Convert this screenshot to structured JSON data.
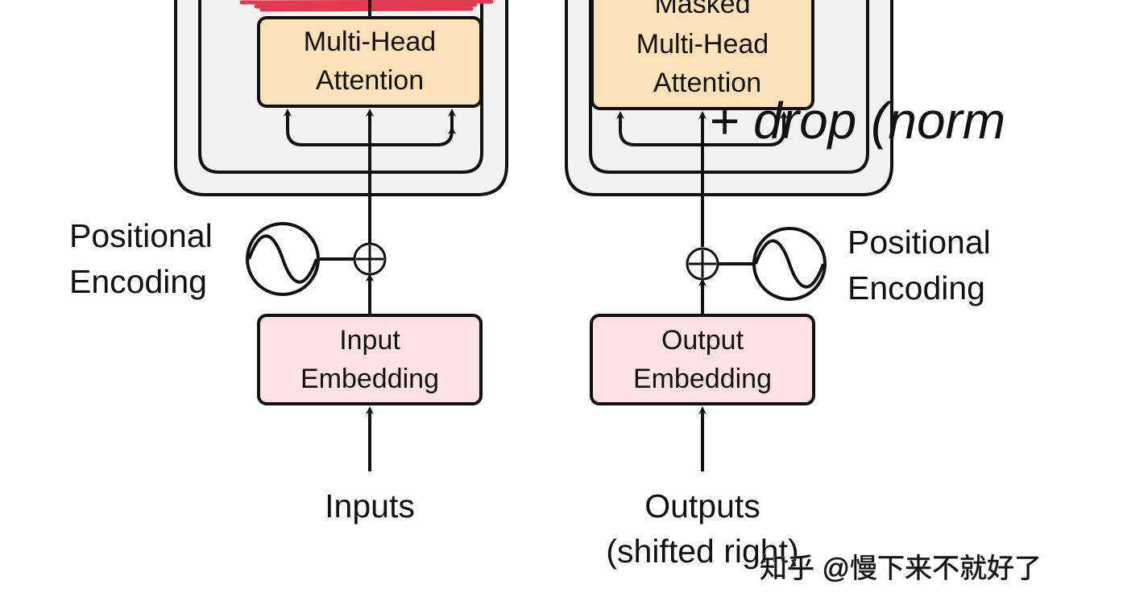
{
  "colors": {
    "attention_fill": "#fbe0b8",
    "embedding_fill": "#fde1e5",
    "block_fill": "#f2f2f2",
    "stroke": "#111111",
    "annotation_red": "#e23a4e"
  },
  "encoder": {
    "attention_label_line1": "Multi-Head",
    "attention_label_line2": "Attention",
    "embedding_label_line1": "Input",
    "embedding_label_line2": "Embedding",
    "positional_label_line1": "Positional",
    "positional_label_line2": "Encoding",
    "input_label": "Inputs"
  },
  "decoder": {
    "attention_label_line1": "Masked",
    "attention_label_line2": "Multi-Head",
    "attention_label_line3": "Attention",
    "embedding_label_line1": "Output",
    "embedding_label_line2": "Embedding",
    "positional_label_line1": "Positional",
    "positional_label_line2": "Encoding",
    "output_label_line1": "Outputs",
    "output_label_line2": "(shifted right)"
  },
  "annotation": {
    "handwritten_text": "+ drop (norm"
  },
  "watermark": {
    "text": "知乎 @慢下来不就好了"
  }
}
